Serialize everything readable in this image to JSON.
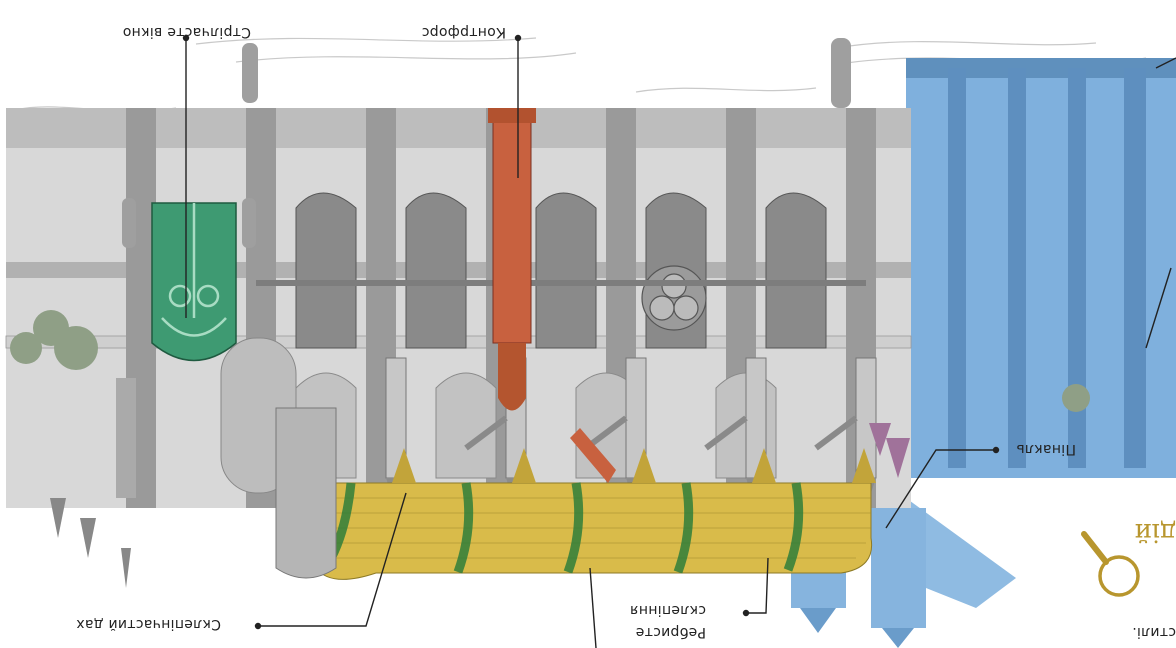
{
  "labels": {
    "window": "Стрілчасте вікно",
    "buttress": "Контрфорс",
    "roof": "Склепінчастий дах",
    "ribs_line1": "Ребристе",
    "ribs_line2": "склепіння",
    "pinnacle": "Пінакль",
    "partial_word": "дій",
    "partial_text": "стилі."
  },
  "colors": {
    "window": "#3e9a72",
    "buttress": "#c8613f",
    "roof": "#d9bb4a",
    "rib": "#2f7e3a",
    "tower": "#7fb0dd",
    "pinnacle": "#a0729a",
    "gold": "#b8962e",
    "ink": "#222222"
  },
  "icons": [
    "magnifier-icon"
  ]
}
